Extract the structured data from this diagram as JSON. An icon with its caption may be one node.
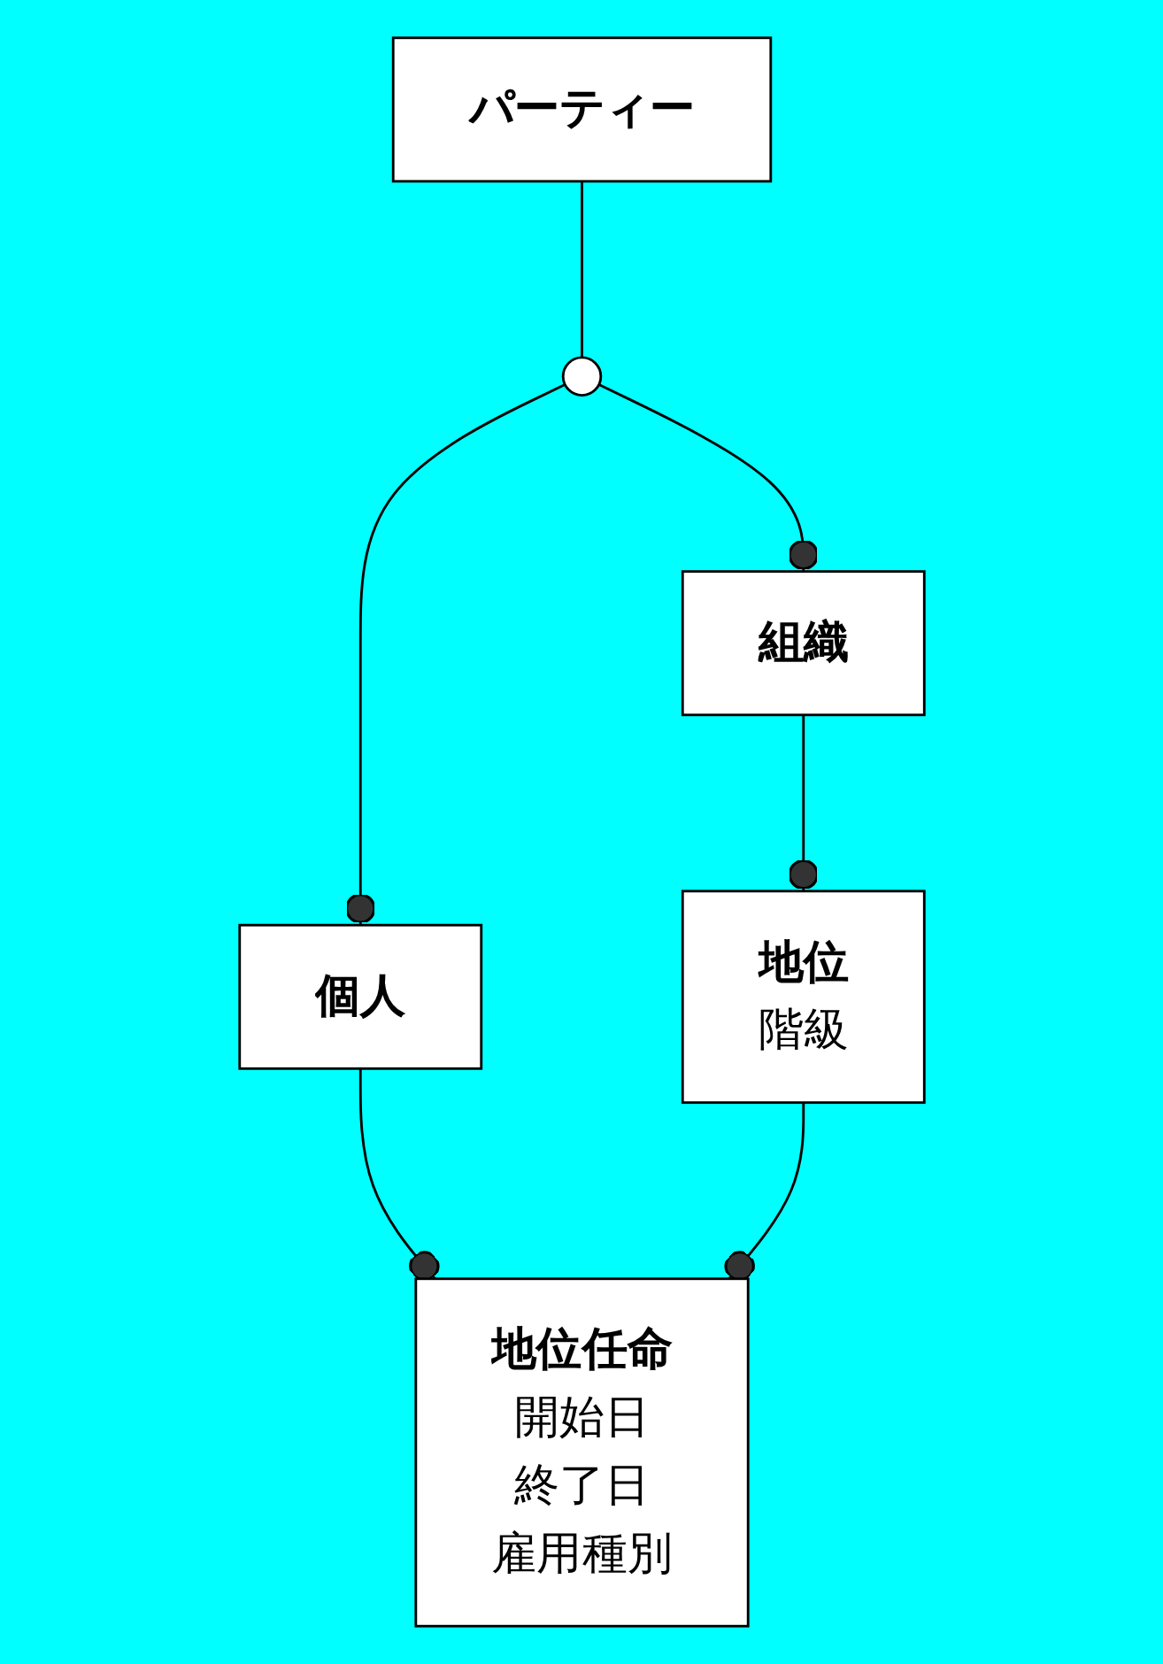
{
  "diagram": {
    "nodes": [
      {
        "text": [
          "パーティー"
        ]
      },
      {
        "text": [],
        "shape": "circle"
      },
      {
        "text": [
          "個人"
        ]
      },
      {
        "text": [
          "組織"
        ]
      },
      {
        "text": [
          "地位任命",
          "開始日",
          "終了日",
          "雇用種別"
        ]
      },
      {
        "text": [
          "地位",
          "階級"
        ]
      }
    ],
    "edges": [
      {
        "from": 0,
        "to": 1,
        "arrow": "none"
      },
      {
        "from": 1,
        "to": 2,
        "arrow": "other"
      },
      {
        "from": 1,
        "to": 3,
        "arrow": "other"
      },
      {
        "from": 2,
        "to": 4,
        "arrow": "other"
      },
      {
        "from": 3,
        "to": 5,
        "arrow": "other"
      },
      {
        "from": 5,
        "to": 4,
        "arrow": "other"
      }
    ]
  }
}
